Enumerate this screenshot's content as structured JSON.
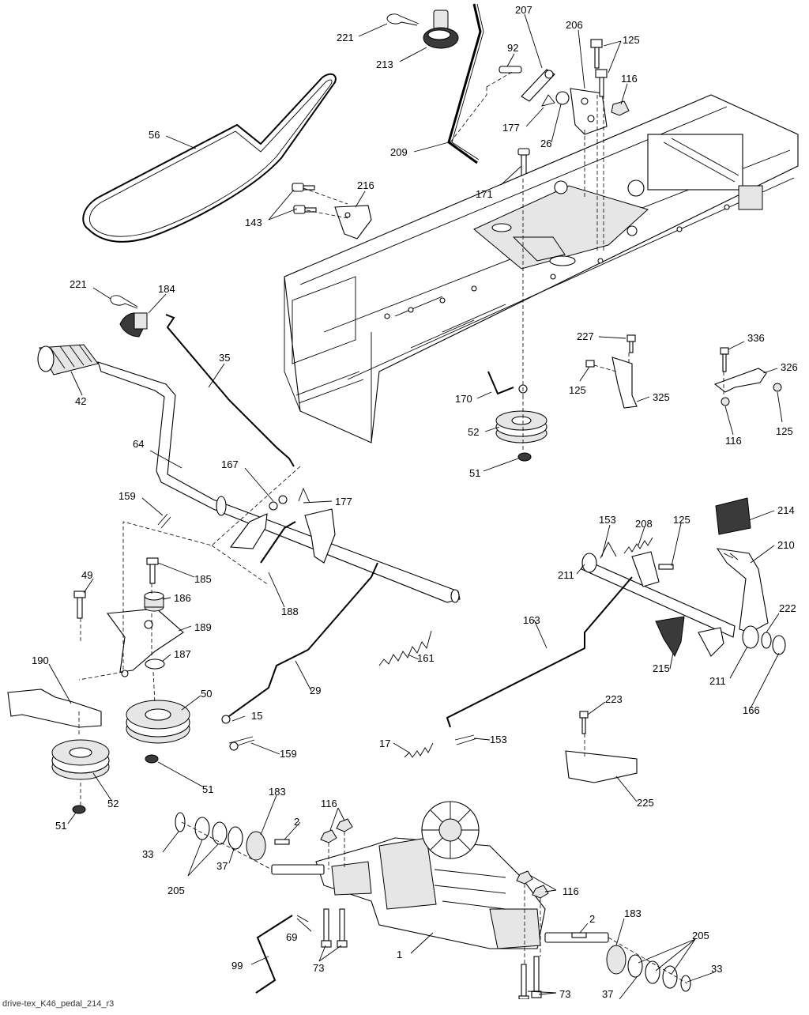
{
  "diagram": {
    "footer": "drive-tex_K46_pedal_214_r3",
    "callouts": [
      {
        "id": "c221a",
        "text": "221"
      },
      {
        "id": "c213",
        "text": "213"
      },
      {
        "id": "c207",
        "text": "207"
      },
      {
        "id": "c206",
        "text": "206"
      },
      {
        "id": "c125a",
        "text": "125"
      },
      {
        "id": "c92",
        "text": "92"
      },
      {
        "id": "c116a",
        "text": "116"
      },
      {
        "id": "c56",
        "text": "56"
      },
      {
        "id": "c177a",
        "text": "177"
      },
      {
        "id": "c26",
        "text": "26"
      },
      {
        "id": "c209",
        "text": "209"
      },
      {
        "id": "c171",
        "text": "171"
      },
      {
        "id": "c216",
        "text": "216"
      },
      {
        "id": "c143",
        "text": "143"
      },
      {
        "id": "c221b",
        "text": "221"
      },
      {
        "id": "c184",
        "text": "184"
      },
      {
        "id": "c35",
        "text": "35"
      },
      {
        "id": "c42",
        "text": "42"
      },
      {
        "id": "c227",
        "text": "227"
      },
      {
        "id": "c336",
        "text": "336"
      },
      {
        "id": "c326",
        "text": "326"
      },
      {
        "id": "c125b",
        "text": "125"
      },
      {
        "id": "c325",
        "text": "325"
      },
      {
        "id": "c170",
        "text": "170"
      },
      {
        "id": "c125c",
        "text": "125"
      },
      {
        "id": "c116b",
        "text": "116"
      },
      {
        "id": "c52a",
        "text": "52"
      },
      {
        "id": "c64",
        "text": "64"
      },
      {
        "id": "c51a",
        "text": "51"
      },
      {
        "id": "c167",
        "text": "167"
      },
      {
        "id": "c159a",
        "text": "159"
      },
      {
        "id": "c177b",
        "text": "177"
      },
      {
        "id": "c153a",
        "text": "153"
      },
      {
        "id": "c208",
        "text": "208"
      },
      {
        "id": "c125d",
        "text": "125"
      },
      {
        "id": "c214",
        "text": "214"
      },
      {
        "id": "c210",
        "text": "210"
      },
      {
        "id": "c211a",
        "text": "211"
      },
      {
        "id": "c49",
        "text": "49"
      },
      {
        "id": "c185",
        "text": "185"
      },
      {
        "id": "c186",
        "text": "186"
      },
      {
        "id": "c188",
        "text": "188"
      },
      {
        "id": "c163",
        "text": "163"
      },
      {
        "id": "c189",
        "text": "189"
      },
      {
        "id": "c222",
        "text": "222"
      },
      {
        "id": "c187",
        "text": "187"
      },
      {
        "id": "c161",
        "text": "161"
      },
      {
        "id": "c215",
        "text": "215"
      },
      {
        "id": "c211b",
        "text": "211"
      },
      {
        "id": "c190",
        "text": "190"
      },
      {
        "id": "c166",
        "text": "166"
      },
      {
        "id": "c29",
        "text": "29"
      },
      {
        "id": "c50",
        "text": "50"
      },
      {
        "id": "c223",
        "text": "223"
      },
      {
        "id": "c15",
        "text": "15"
      },
      {
        "id": "c17",
        "text": "17"
      },
      {
        "id": "c153b",
        "text": "153"
      },
      {
        "id": "c159b",
        "text": "159"
      },
      {
        "id": "c51b",
        "text": "51"
      },
      {
        "id": "c225",
        "text": "225"
      },
      {
        "id": "c52b",
        "text": "52"
      },
      {
        "id": "c183a",
        "text": "183"
      },
      {
        "id": "c116c",
        "text": "116"
      },
      {
        "id": "c51c",
        "text": "51"
      },
      {
        "id": "c2a",
        "text": "2"
      },
      {
        "id": "c33a",
        "text": "33"
      },
      {
        "id": "c37a",
        "text": "37"
      },
      {
        "id": "c205a",
        "text": "205"
      },
      {
        "id": "c116d",
        "text": "116"
      },
      {
        "id": "c183b",
        "text": "183"
      },
      {
        "id": "c2b",
        "text": "2"
      },
      {
        "id": "c69",
        "text": "69"
      },
      {
        "id": "c1",
        "text": "1"
      },
      {
        "id": "c205b",
        "text": "205"
      },
      {
        "id": "c99",
        "text": "99"
      },
      {
        "id": "c73a",
        "text": "73"
      },
      {
        "id": "c33b",
        "text": "33"
      },
      {
        "id": "c73b",
        "text": "73"
      },
      {
        "id": "c37b",
        "text": "37"
      }
    ]
  }
}
